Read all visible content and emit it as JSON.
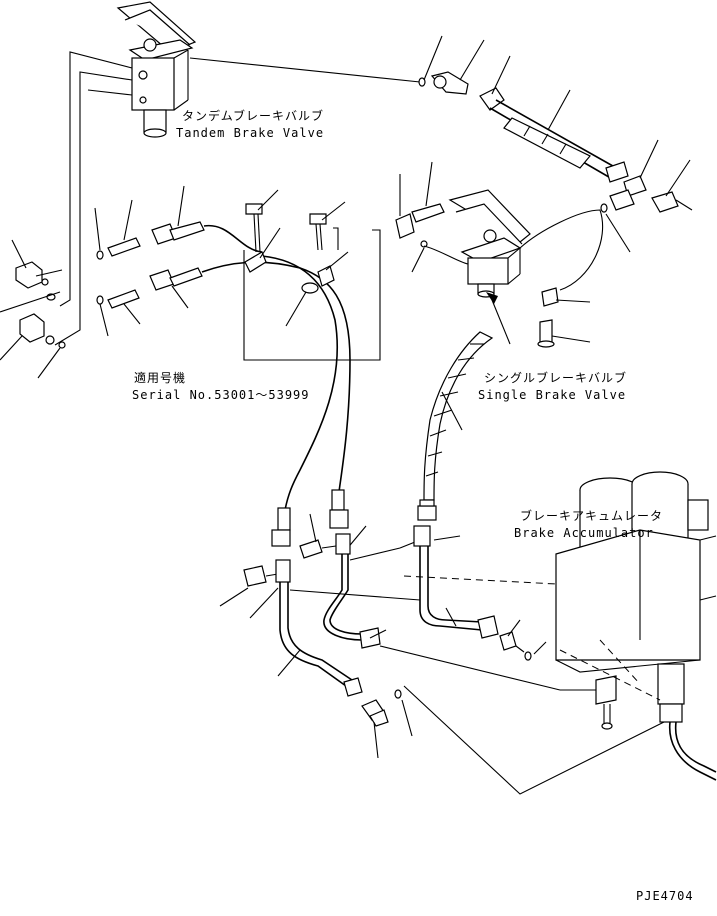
{
  "labels": {
    "tandem_jp": "タンデムブレーキバルブ",
    "tandem_en": "Tandem Brake Valve",
    "serial_jp": "適用号機",
    "serial_en": "Serial No.53001～53999",
    "single_jp": "シングルブレーキバルブ",
    "single_en": "Single Brake Valve",
    "accum_jp": "ブレーキアキュムレータ",
    "accum_en": "Brake Accumulator",
    "code": "PJE4704"
  }
}
